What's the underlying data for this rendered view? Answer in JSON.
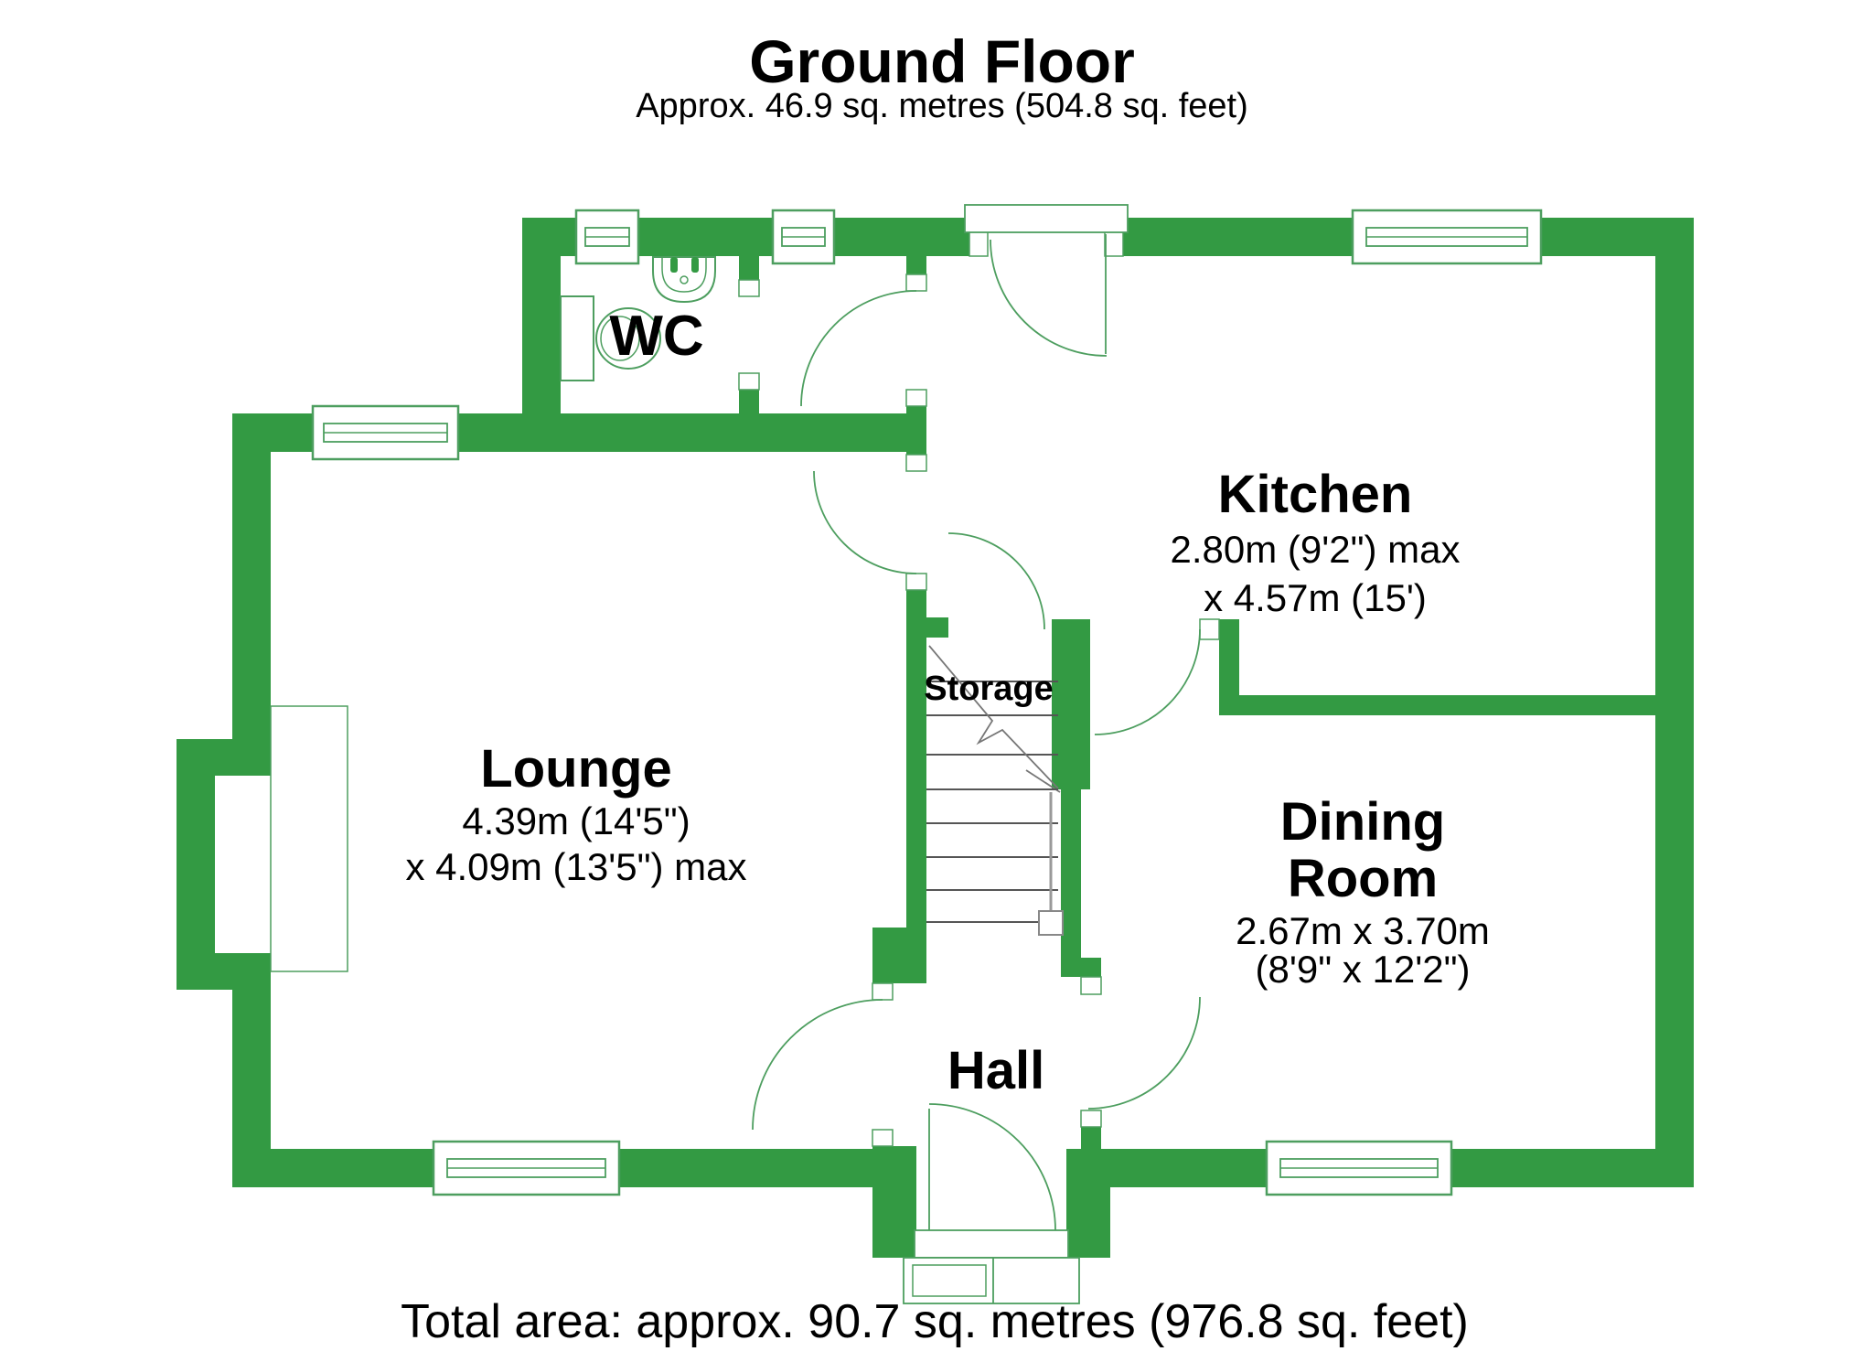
{
  "title": "Ground Floor",
  "subtitle": "Approx. 46.9 sq. metres (504.8 sq. feet)",
  "footer": "Total area: approx. 90.7 sq. metres (976.8 sq. feet)",
  "rooms": {
    "wc": {
      "name": "WC"
    },
    "kitchen": {
      "name": "Kitchen",
      "dim1": "2.80m (9'2\") max",
      "dim2": "x 4.57m (15')"
    },
    "lounge": {
      "name": "Lounge",
      "dim1": "4.39m (14'5\")",
      "dim2": "x 4.09m (13'5\") max"
    },
    "storage": {
      "name": "Storage"
    },
    "dining": {
      "name_line1": "Dining",
      "name_line2": "Room",
      "dim1": "2.67m x 3.70m",
      "dim2": "(8'9\" x 12'2\")"
    },
    "hall": {
      "name": "Hall"
    }
  },
  "colors": {
    "wall_green": "#339a43",
    "fixture_line_green": "#4d9e5f",
    "stair_line_gray": "#555555",
    "text_black": "#000000",
    "background": "#ffffff"
  }
}
